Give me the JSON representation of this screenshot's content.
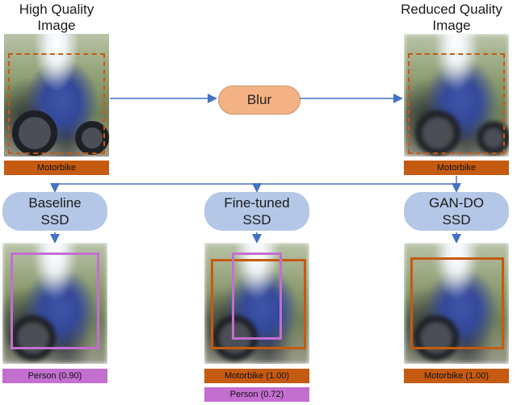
{
  "titles": {
    "high_quality": "High Quality\nImage",
    "reduced_quality": "Reduced Quality\nImage"
  },
  "blur": "Blur",
  "detectors": {
    "baseline": "Baseline\nSSD",
    "finetuned": "Fine-tuned\nSSD",
    "gando": "GAN-DO\nSSD"
  },
  "labels": {
    "hq": "Motorbike",
    "rq": "Motorbike",
    "baseline": "Person (0.90)",
    "finetuned_1": "Motorbike (1.00)",
    "finetuned_2": "Person (0.72)",
    "gando": "Motorbike (1.00)"
  },
  "colors": {
    "motorbike": "#c55a11",
    "person": "#c36fd0",
    "detector_fill": "#b4c7e7",
    "blur_fill": "#f4b183",
    "arrow": "#4472c4"
  }
}
